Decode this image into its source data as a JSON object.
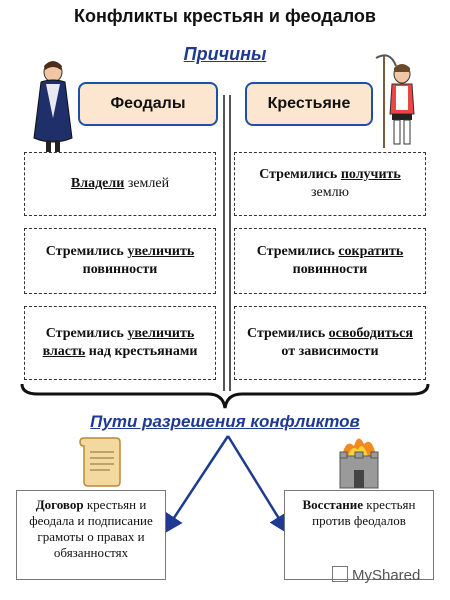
{
  "title": "Конфликты крестьян и феодалов",
  "section_reasons": "Причины",
  "header_feudals": "Феодалы",
  "header_peasants": "Крестьяне",
  "rows": [
    {
      "left_pre": "",
      "left_ul": "Владели",
      "left_post": " землей",
      "right_pre": "Стремились ",
      "right_ul": "получить",
      "right_post": " землю"
    },
    {
      "left_pre": "Стремились ",
      "left_ul": "увеличить",
      "left_post": " повинности",
      "right_pre": "Стремились ",
      "right_ul": "сократить",
      "right_post": " повинности"
    },
    {
      "left_pre": "Стремились ",
      "left_ul": "увеличить власть",
      "left_post": " над крестьянами",
      "right_pre": "Стремились ",
      "right_ul": "освободиться",
      "right_post": " от зависимости"
    }
  ],
  "section_paths": "Пути разрешения конфликтов",
  "result_left_bold": "Договор",
  "result_left_rest": " крестьян и феодала и подписание грамоты о правах и обязанностях",
  "result_right_bold": "Восстание",
  "result_right_rest": " крестьян против феодалов",
  "watermark": "MyShared",
  "colors": {
    "accent": "#1f3a93",
    "header_fill": "#fde6cf",
    "header_border": "#1e4fa8"
  }
}
